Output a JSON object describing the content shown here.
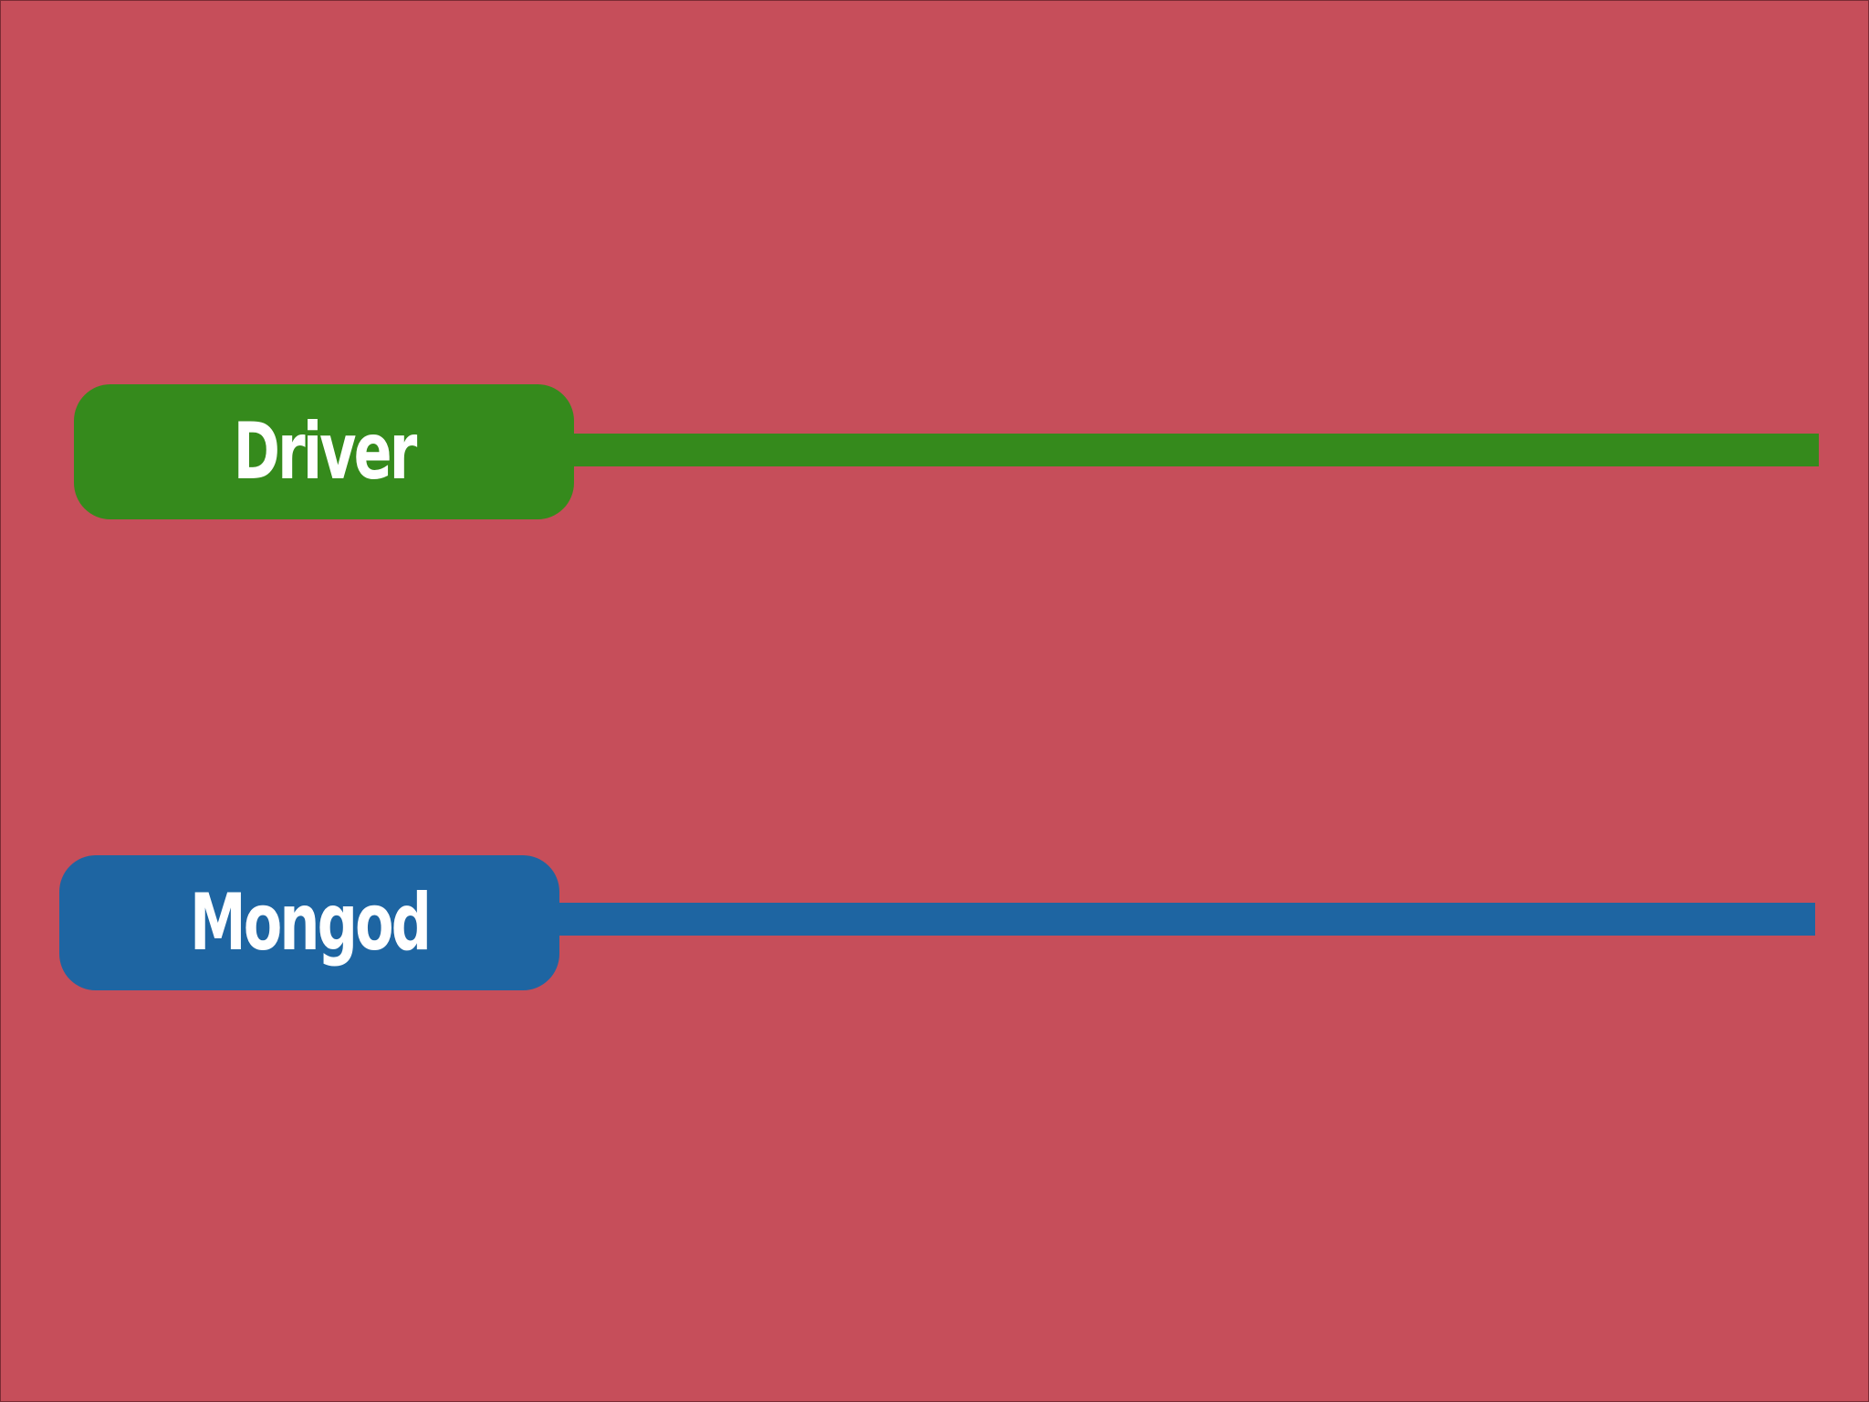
{
  "colors": {
    "background": "#c64e5a",
    "driver": "#358a1c",
    "mongod": "#1e65a2",
    "text": "#ffffff"
  },
  "lanes": [
    {
      "label": "Driver",
      "color_key": "driver"
    },
    {
      "label": "Mongod",
      "color_key": "mongod"
    }
  ]
}
